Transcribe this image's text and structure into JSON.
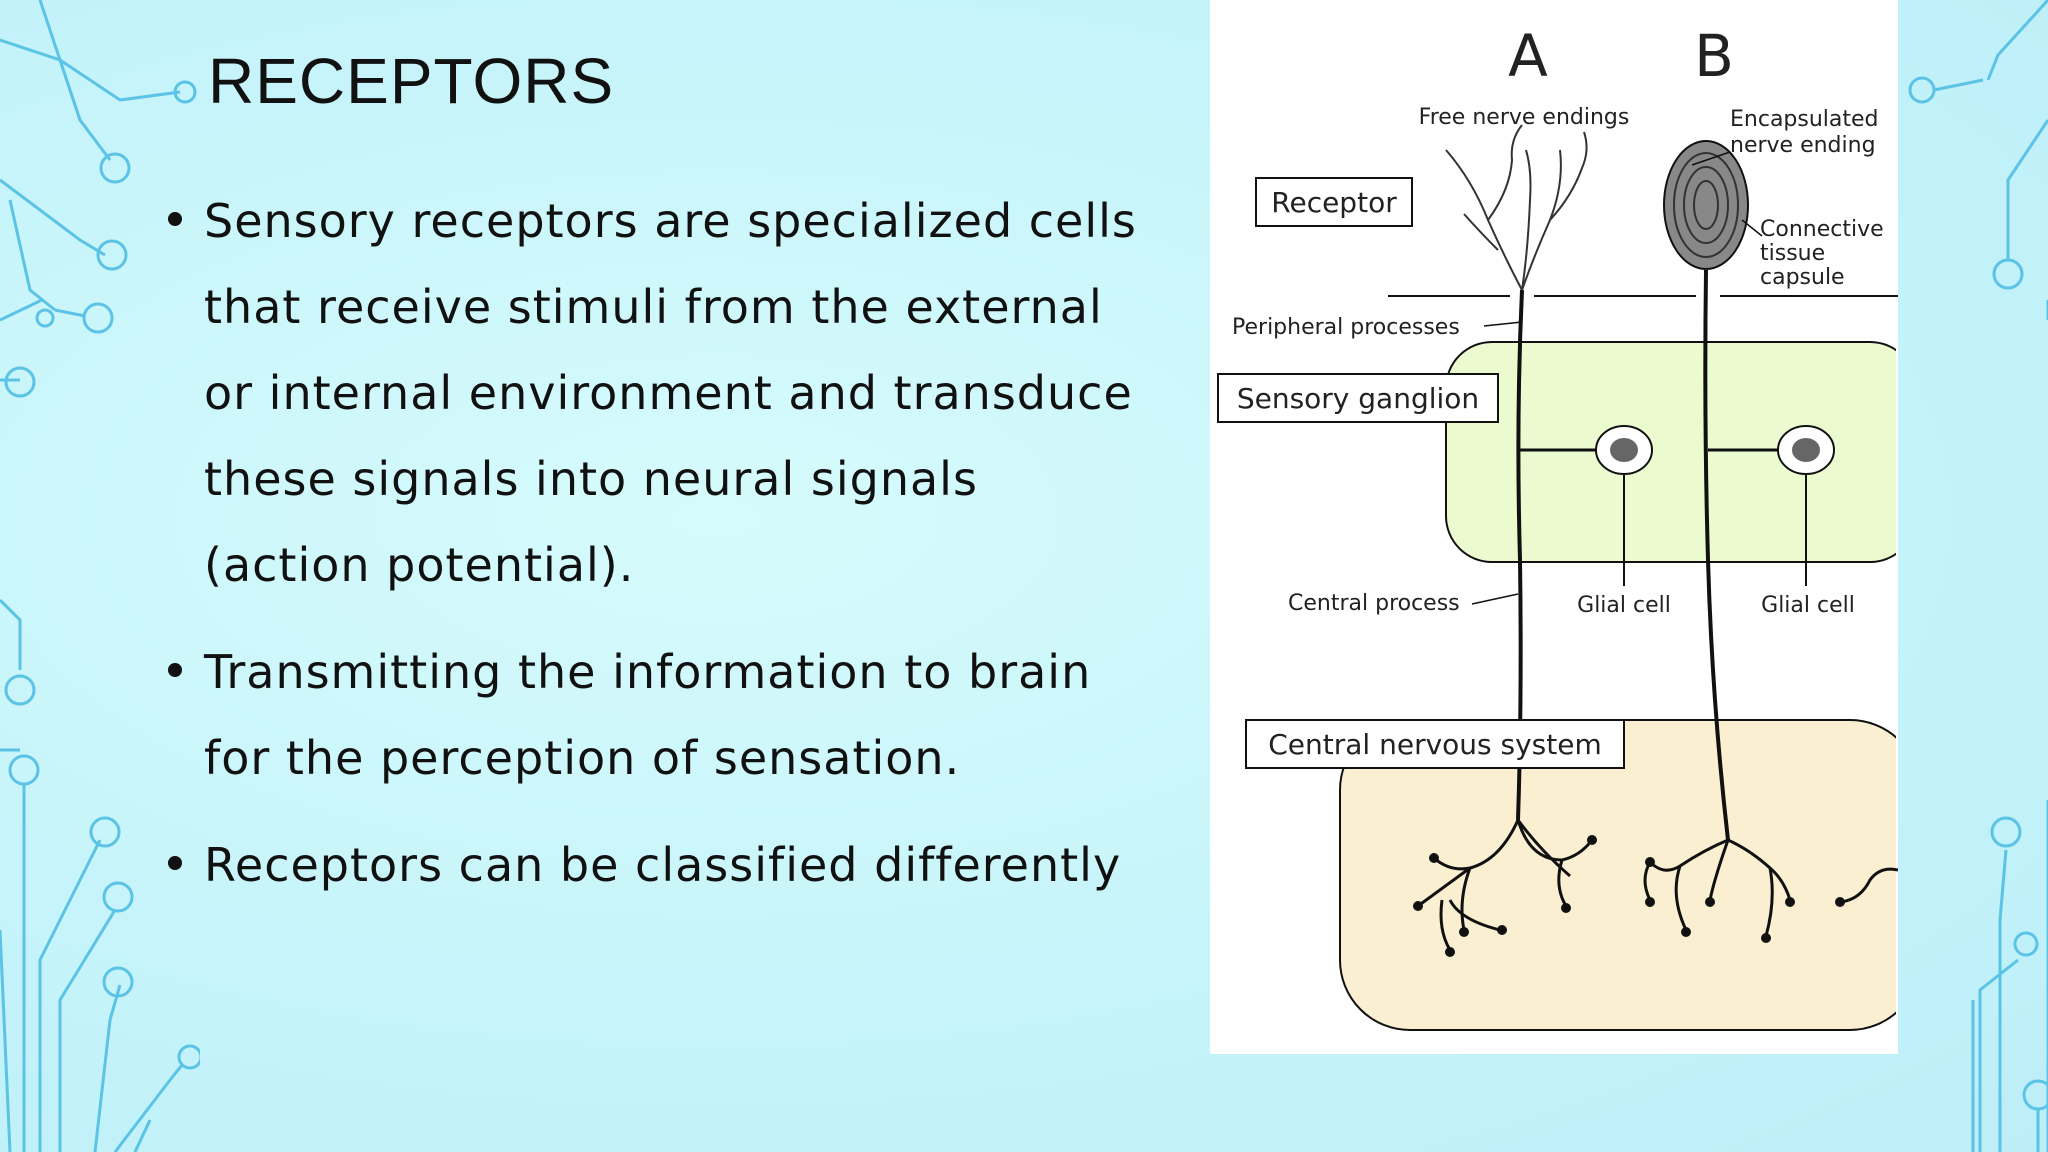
{
  "slide": {
    "title": "RECEPTORS",
    "bullets": [
      "Sensory receptors are specialized cells that receive stimuli from the external or internal environment and transduce these signals into neural signals (action potential).",
      "Transmitting the information to brain for the perception of sensation.",
      "Receptors can be classified differently"
    ]
  },
  "figure": {
    "label_a": "A",
    "label_b": "B",
    "free_nerve_endings": "Free nerve endings",
    "encapsulated_line1": "Encapsulated",
    "encapsulated_line2": "nerve ending",
    "receptor": "Receptor",
    "connective_line1": "Connective",
    "connective_line2": "tissue",
    "connective_line3": "capsule",
    "peripheral_processes": "Peripheral processes",
    "sensory_ganglion": "Sensory ganglion",
    "central_process": "Central process",
    "glial_cell_a": "Glial cell",
    "glial_cell_b": "Glial cell",
    "central_nervous_system": "Central nervous system"
  },
  "colors": {
    "background": "#c6f4fa",
    "circuit": "#5bc3e6",
    "ganglion_fill": "#ecfad0",
    "cns_fill": "#fbefd2"
  }
}
